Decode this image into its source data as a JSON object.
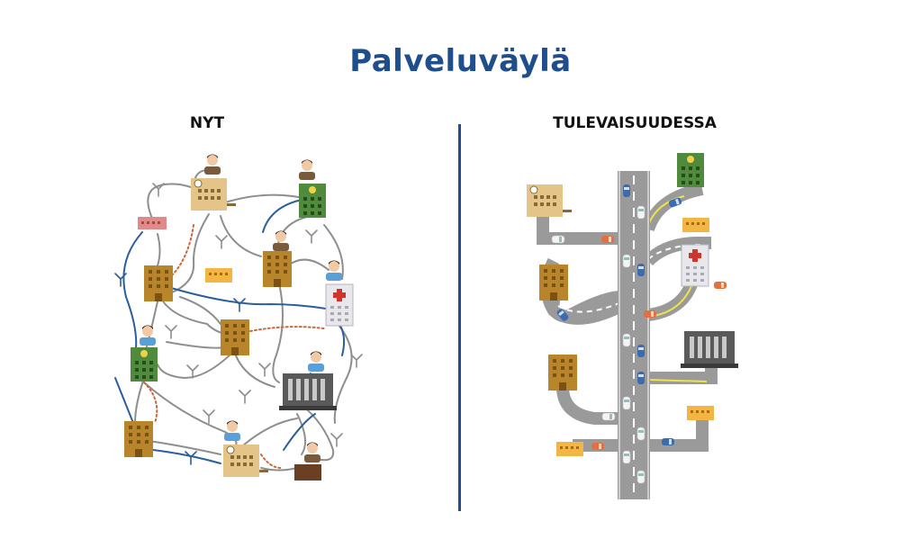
{
  "page": {
    "title": "Palveluväylä",
    "left_heading": "NYT",
    "right_heading": "TULEVAISUUDESSA"
  },
  "colors": {
    "brand_blue": "#1f4e8c",
    "thread_gray": "#8e8e8e",
    "thread_blue": "#2b5e9c",
    "thread_orange": "#c9683a",
    "road_gray": "#9a9a9a",
    "lane_yellow": "#f0e24a",
    "building_brown": "#b9852b",
    "building_tan": "#e5c48a",
    "building_green": "#4f8a3d",
    "building_pink": "#e28a8a",
    "building_yellow": "#f3b544"
  },
  "icons": [
    "building-icon",
    "office-icon",
    "bank-icon",
    "hospital-icon",
    "tax-office-icon",
    "person-icon",
    "clock-icon",
    "euro-icon",
    "car-icon"
  ]
}
